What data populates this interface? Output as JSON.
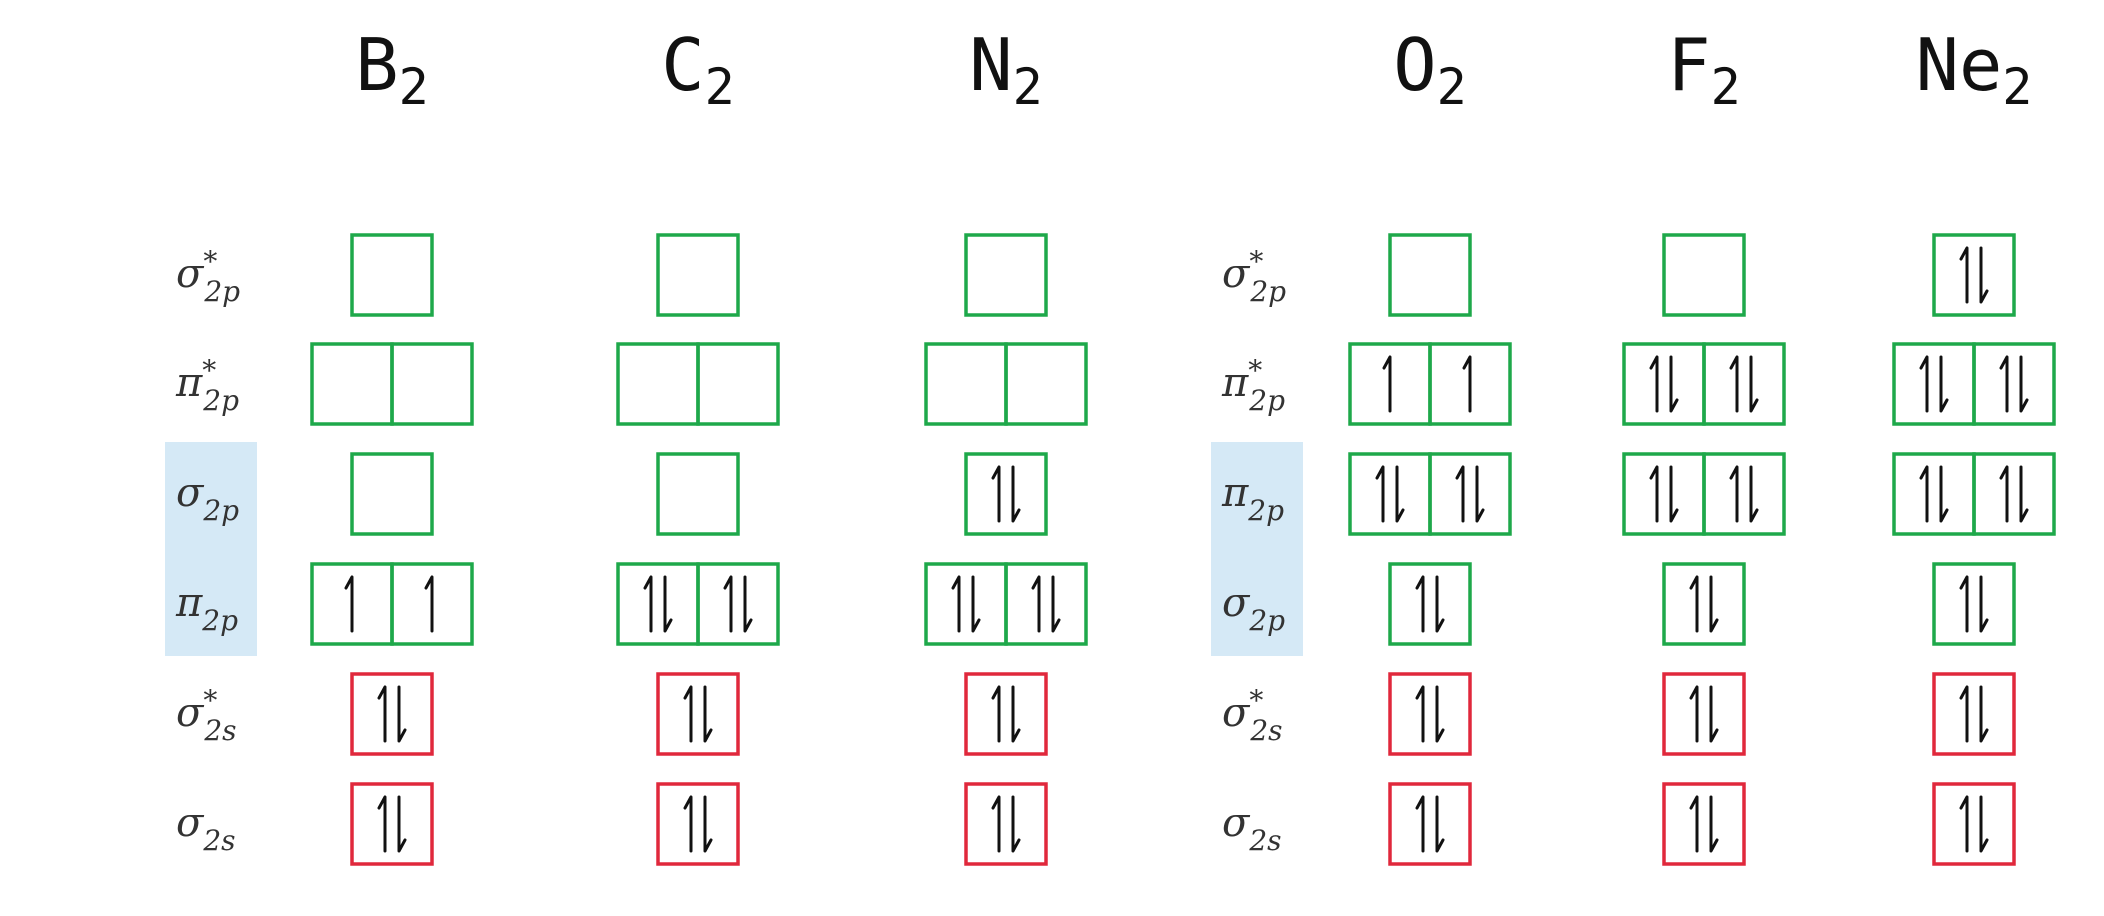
{
  "molecules": [
    {
      "element": "B",
      "subscript": "2",
      "order": "left",
      "levels": {
        "s2p_star": [
          0
        ],
        "p2p_star": [
          0,
          0
        ],
        "s2p": [
          0
        ],
        "p2p": [
          1,
          1
        ],
        "s2s_star": [
          2
        ],
        "s2s": [
          2
        ]
      }
    },
    {
      "element": "C",
      "subscript": "2",
      "order": "left",
      "levels": {
        "s2p_star": [
          0
        ],
        "p2p_star": [
          0,
          0
        ],
        "s2p": [
          0
        ],
        "p2p": [
          2,
          2
        ],
        "s2s_star": [
          2
        ],
        "s2s": [
          2
        ]
      }
    },
    {
      "element": "N",
      "subscript": "2",
      "order": "left",
      "levels": {
        "s2p_star": [
          0
        ],
        "p2p_star": [
          0,
          0
        ],
        "s2p": [
          2
        ],
        "p2p": [
          2,
          2
        ],
        "s2s_star": [
          2
        ],
        "s2s": [
          2
        ]
      }
    },
    {
      "element": "O",
      "subscript": "2",
      "order": "right",
      "levels": {
        "s2p_star": [
          0
        ],
        "p2p_star": [
          1,
          1
        ],
        "p2p": [
          2,
          2
        ],
        "s2p": [
          2
        ],
        "s2s_star": [
          2
        ],
        "s2s": [
          2
        ]
      }
    },
    {
      "element": "F",
      "subscript": "2",
      "order": "right",
      "levels": {
        "s2p_star": [
          0
        ],
        "p2p_star": [
          2,
          2
        ],
        "p2p": [
          2,
          2
        ],
        "s2p": [
          2
        ],
        "s2s_star": [
          2
        ],
        "s2s": [
          2
        ]
      }
    },
    {
      "element": "Ne",
      "subscript": "2",
      "order": "right",
      "levels": {
        "s2p_star": [
          2
        ],
        "p2p_star": [
          2,
          2
        ],
        "p2p": [
          2,
          2
        ],
        "s2p": [
          2
        ],
        "s2s_star": [
          2
        ],
        "s2s": [
          2
        ]
      }
    }
  ],
  "label_columns": {
    "left": [
      "s2p_star",
      "p2p_star",
      "s2p",
      "p2p",
      "s2s_star",
      "s2s"
    ],
    "right": [
      "s2p_star",
      "p2p_star",
      "p2p",
      "s2p",
      "s2s_star",
      "s2s"
    ]
  },
  "orbital_labels": {
    "s2p_star": {
      "symbol": "σ",
      "sub": "2p",
      "star": "*"
    },
    "p2p_star": {
      "symbol": "π",
      "sub": "2p",
      "star": "*"
    },
    "s2p": {
      "symbol": "σ",
      "sub": "2p",
      "star": ""
    },
    "p2p": {
      "symbol": "π",
      "sub": "2p",
      "star": ""
    },
    "s2s_star": {
      "symbol": "σ",
      "sub": "2s",
      "star": "*"
    },
    "s2s": {
      "symbol": "σ",
      "sub": "2s",
      "star": ""
    }
  },
  "highlighted_pair": {
    "left": [
      "s2p",
      "p2p"
    ],
    "right": [
      "p2p",
      "s2p"
    ]
  },
  "colors": {
    "p_orbital_box": "#1ea84a",
    "s_orbital_box": "#e0283c",
    "highlight": "#d5e9f6",
    "arrows": "#111111",
    "labels": "#333333"
  }
}
